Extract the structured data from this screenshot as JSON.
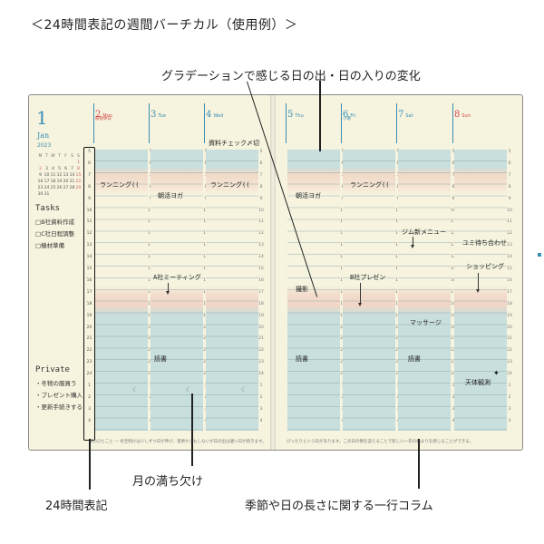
{
  "captions": {
    "top": "＜24時間表記の週間バーチカル（使用例）＞",
    "gradient": "グラデーションで感じる日の出・日の入りの変化",
    "moon": "月の満ち欠け",
    "hours24": "24時間表記",
    "season": "季節や日の長さに関する一行コラム"
  },
  "month": {
    "number": "1",
    "name": "Jan",
    "year": "2023"
  },
  "mini_calendar": {
    "header": [
      "M",
      "T",
      "W",
      "T",
      "F",
      "S",
      "S"
    ],
    "rows": [
      [
        "",
        "",
        "",
        "",
        "",
        "",
        "1"
      ],
      [
        "2",
        "3",
        "4",
        "5",
        "6",
        "7",
        "8"
      ],
      [
        "9",
        "10",
        "11",
        "12",
        "13",
        "14",
        "15"
      ],
      [
        "16",
        "17",
        "18",
        "19",
        "20",
        "21",
        "22"
      ],
      [
        "23",
        "24",
        "25",
        "26",
        "27",
        "28",
        "29"
      ],
      [
        "30",
        "31",
        "",
        "",
        "",
        "",
        ""
      ]
    ]
  },
  "tasks": {
    "title": "Tasks",
    "items": [
      "□B社資料作成",
      "□C社日程調整",
      "□機材準備"
    ]
  },
  "private": {
    "title": "Private",
    "items": [
      "・冬物の服買う",
      "・プレゼント購入",
      "・更新手続きする"
    ]
  },
  "hours": [
    "5",
    "6",
    "7",
    "8",
    "9",
    "10",
    "11",
    "12",
    "13",
    "14",
    "15",
    "16",
    "17",
    "18",
    "19",
    "20",
    "21",
    "22",
    "23",
    "24",
    "1",
    "2",
    "3",
    "4"
  ],
  "days": [
    {
      "num": "2",
      "weekday": "Mon",
      "sub": "振替休日",
      "style": "red"
    },
    {
      "num": "3",
      "weekday": "Tue",
      "sub": "",
      "style": "blue"
    },
    {
      "num": "4",
      "weekday": "Wed",
      "sub": "",
      "style": "blue"
    },
    {
      "num": "5",
      "weekday": "Thu",
      "sub": "",
      "style": "blue"
    },
    {
      "num": "6",
      "weekday": "Fri",
      "sub": "小寒",
      "style": "blue"
    },
    {
      "num": "7",
      "weekday": "Sat",
      "sub": "",
      "style": "blue"
    },
    {
      "num": "8",
      "weekday": "Sun",
      "sub": "",
      "style": "red"
    }
  ],
  "notes": {
    "shiryo": "資料チェック〆切",
    "running1": "ランニング((",
    "asakatsu1": "朝活ヨガ",
    "running2": "ランニング((",
    "a_meeting": "A社ミーティング",
    "dokusho1": "読書",
    "asakatsu2": "朝活ヨガ",
    "running3": "ランニング((",
    "gym": "ジム新メニュー",
    "yumi": "ユミ待ち合わせ",
    "shopping": "ショッピング",
    "satsuei": "撮影",
    "b_presen": "B社プレゼン",
    "massage": "マッサージ",
    "dokusho2": "読書",
    "dokusho3": "読書",
    "tentai": "天体観測"
  },
  "footer": {
    "left": "朝のひとこと ― 冬至明けは少しずつ日が伸び、夜更かしもしないが日の出は遅い日が続きます。",
    "right": "ぴったりという日があります。この日の朝を迎えることで新しい一年の始まりを感じることができる。"
  }
}
